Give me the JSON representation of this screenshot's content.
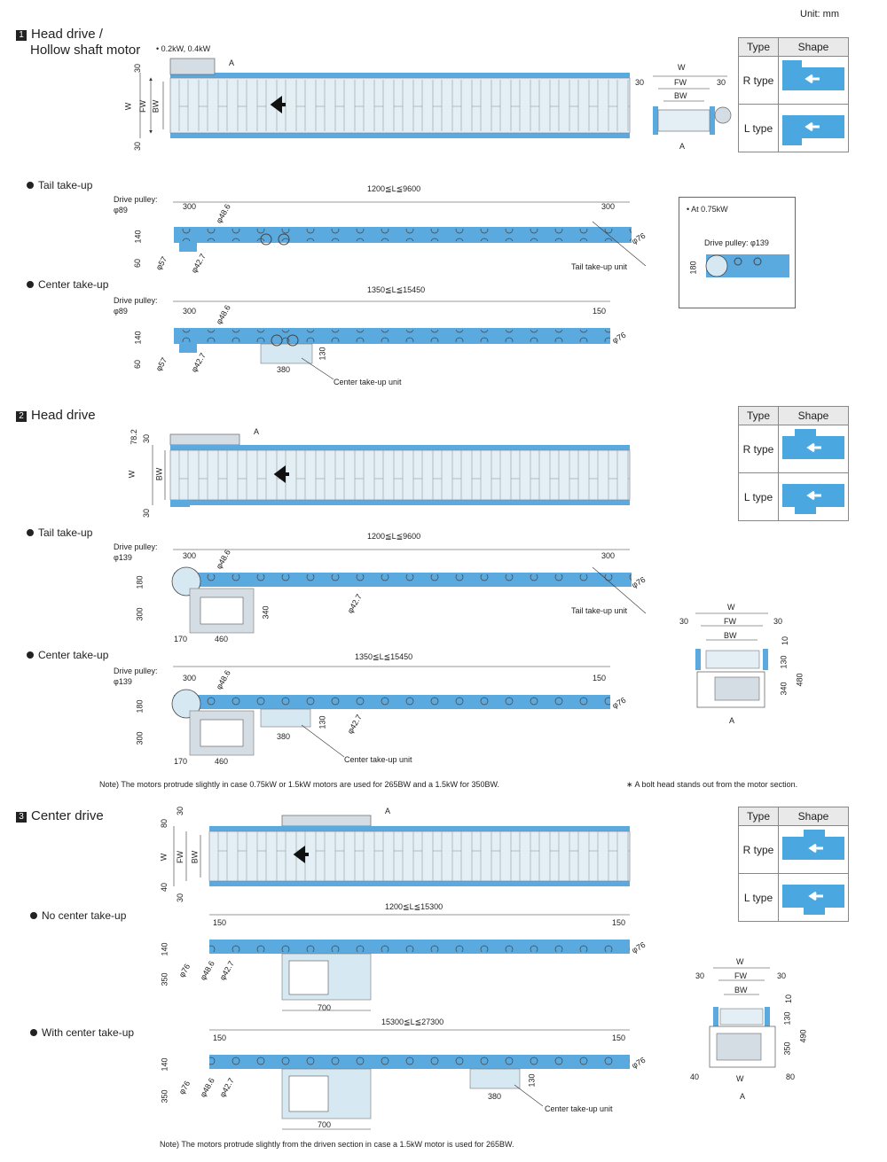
{
  "unit": "Unit: mm",
  "sections": [
    {
      "num": "1",
      "title_line1": "Head drive /",
      "title_line2": "Hollow shaft motor",
      "motor_note": "• 0.2kW, 0.4kW"
    },
    {
      "num": "2",
      "title_line1": "Head drive"
    },
    {
      "num": "3",
      "title_line1": "Center drive"
    }
  ],
  "subs": {
    "tail1": "Tail take-up",
    "center1": "Center take-up",
    "tail2": "Tail take-up",
    "center2": "Center take-up",
    "nocenter3": "No center take-up",
    "withcenter3": "With center take-up"
  },
  "shape_table": {
    "type": "Type",
    "shape": "Shape",
    "r": "R type",
    "l": "L type"
  },
  "dims": {
    "s1_top": {
      "d30a": "30",
      "dW": "W",
      "dFW": "FW",
      "dBW": "BW",
      "d30b": "30",
      "dA": "A"
    },
    "s1_side": {
      "dW": "W",
      "dFW": "FW",
      "dBW": "BW",
      "d30": "30",
      "dA": "A"
    },
    "s1_tail": {
      "range": "1200≦L≦9600",
      "pulley_l1": "Drive pulley:",
      "pulley_l2": "φ89",
      "d300a": "300",
      "d300b": "300",
      "d486": "φ48.6",
      "d140": "140",
      "d60": "60",
      "d57": "φ57",
      "d427": "φ42.7",
      "d76": "φ76",
      "unit": "Tail take-up unit"
    },
    "s1_inset": {
      "note": "• At 0.75kW",
      "pulley": "Drive pulley: φ139",
      "d180": "180"
    },
    "s1_center": {
      "range": "1350≦L≦15450",
      "pulley_l1": "Drive pulley:",
      "pulley_l2": "φ89",
      "d300": "300",
      "d150": "150",
      "d486": "φ48.6",
      "d140": "140",
      "d60": "60",
      "d57": "φ57",
      "d427": "φ42.7",
      "d76": "φ76",
      "d380": "380",
      "d130": "130",
      "unit": "Center take-up unit"
    },
    "s2_top": {
      "d782": "78.2",
      "d30a": "30",
      "dW": "W",
      "dBW": "BW",
      "d30b": "30",
      "dA": "A"
    },
    "s2_tail": {
      "range": "1200≦L≦9600",
      "pulley_l1": "Drive pulley:",
      "pulley_l2": "φ139",
      "d300a": "300",
      "d300b": "300",
      "d486": "φ48.6",
      "d180": "180",
      "d300c": "300",
      "d340": "340",
      "d170": "170",
      "d460": "460",
      "d427": "φ42.7",
      "d76": "φ76",
      "unit": "Tail take-up unit"
    },
    "s2_side": {
      "dW": "W",
      "dFW": "FW",
      "dBW": "BW",
      "d30a": "30",
      "d30b": "30",
      "d10": "10",
      "d130": "130",
      "d340": "340",
      "d480": "480",
      "dA": "A"
    },
    "s2_center": {
      "range": "1350≦L≦15450",
      "pulley_l1": "Drive pulley:",
      "pulley_l2": "φ139",
      "d300": "300",
      "d150": "150",
      "d486": "φ48.6",
      "d180": "180",
      "d300c": "300",
      "d170": "170",
      "d460": "460",
      "d380": "380",
      "d130": "130",
      "d427": "φ42.7",
      "d76": "φ76",
      "unit": "Center take-up unit"
    },
    "s3_top": {
      "d30a": "30",
      "d80": "80",
      "dW": "W",
      "dFW": "FW",
      "dBW": "BW",
      "d40": "40",
      "d30b": "30",
      "dA": "A"
    },
    "s3_no": {
      "range": "1200≦L≦15300",
      "d150a": "150",
      "d150b": "150",
      "d140": "140",
      "d350": "350",
      "d76a": "φ76",
      "d486": "φ48.6",
      "d427": "φ42.7",
      "d76b": "φ76",
      "d700": "700"
    },
    "s3_side": {
      "dW": "W",
      "dFW": "FW",
      "dBW": "BW",
      "d30a": "30",
      "d30b": "30",
      "d10": "10",
      "d130": "130",
      "d350": "350",
      "d490": "490",
      "d40": "40",
      "dW2": "W",
      "d80": "80",
      "dA": "A"
    },
    "s3_with": {
      "range": "15300≦L≦27300",
      "d150a": "150",
      "d150b": "150",
      "d140": "140",
      "d350": "350",
      "d76a": "φ76",
      "d486": "φ48.6",
      "d427": "φ42.7",
      "d76b": "φ76",
      "d700": "700",
      "d380": "380",
      "d130": "130",
      "unit": "Center take-up unit"
    }
  },
  "notes": {
    "note2": "Note) The motors protrude slightly in case 0.75kW or 1.5kW motors are used for 265BW and a 1.5kW for 350BW.",
    "bolt": "∗ A bolt head stands out from the motor section.",
    "note3": "Note) The motors protrude slightly from the driven section in case a 1.5kW motor is used for 265BW."
  },
  "colors": {
    "conveyor_blue": "#5aa9df",
    "light_blue": "#d6e8f2",
    "motor_gray": "#d4dde3",
    "arrow_blue": "#4aa7e0"
  }
}
